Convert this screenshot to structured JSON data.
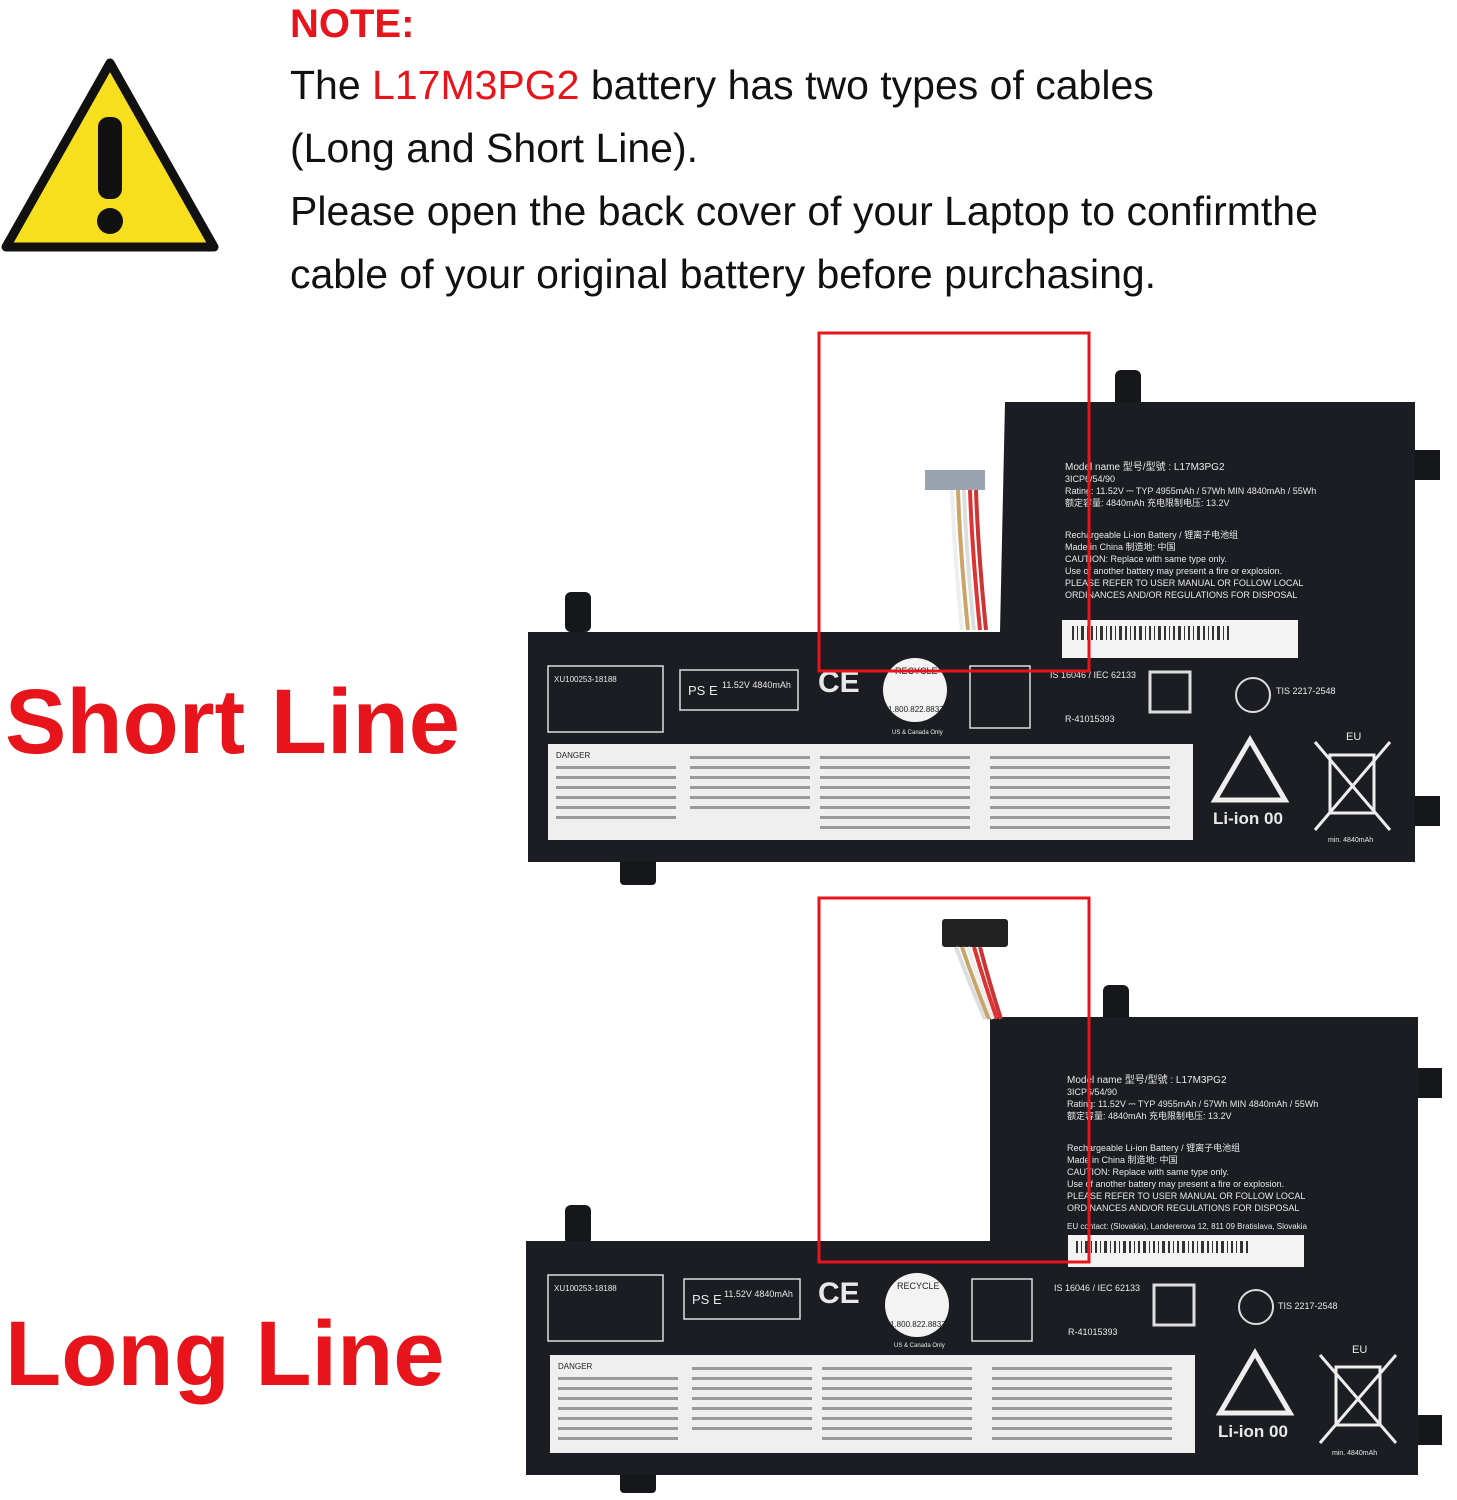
{
  "note": {
    "title": "NOTE:",
    "line1_pre": "The ",
    "model": "L17M3PG2",
    "line1_post": " battery has two types of cables",
    "line2": "(Long and Short Line).",
    "line3": "Please open the back cover of your Laptop to confirmthe",
    "line4": "cable of your original battery before purchasing."
  },
  "labels": {
    "short": "Short Line",
    "long": "Long Line"
  },
  "battery": {
    "model_line": "Model name 型号/型號 : L17M3PG2",
    "cells_line": "3ICP6/54/90",
    "rating_line": "Rating: 11.52V ⎓ TYP 4955mAh / 57Wh MIN 4840mAh / 55Wh",
    "rated_line": "额定容量: 4840mAh 充电限制电压: 13.2V",
    "rech_line": "Rechargeable Li-ion Battery / 锂离子电池组",
    "made_line": "Made in China 制造地: 中国",
    "caution1": "CAUTION: Replace with same type only.",
    "caution2": "Use of another battery may present a fire or explosion.",
    "caution3": "PLEASE REFER TO USER MANUAL OR FOLLOW LOCAL",
    "caution4": "ORDINANCES AND/OR REGULATIONS FOR DISPOSAL",
    "eu_contact": "EU contact: (Slovakia), Landererova 12, 811 09 Bratislava, Slovakia",
    "ps": "11.52V 4840mAh",
    "is": "IS 16046 / IEC 62133",
    "r_number": "R-41015393",
    "tis": "TIS 2217-2548",
    "liion": "Li-ion 00",
    "eu": "EU",
    "min": "min. 4840mAh",
    "recycle": "RECYCLE",
    "recycle_phone": "1.800.822.8837",
    "us_canada": "US & Canada Only",
    "danger": "DANGER",
    "ce": "CE",
    "pse": "PS E",
    "kc_code": "XU100253-18188"
  },
  "colors": {
    "accent_red": "#e8141c",
    "warning_yellow": "#f7df1e",
    "battery_body": "#1b1d22"
  }
}
